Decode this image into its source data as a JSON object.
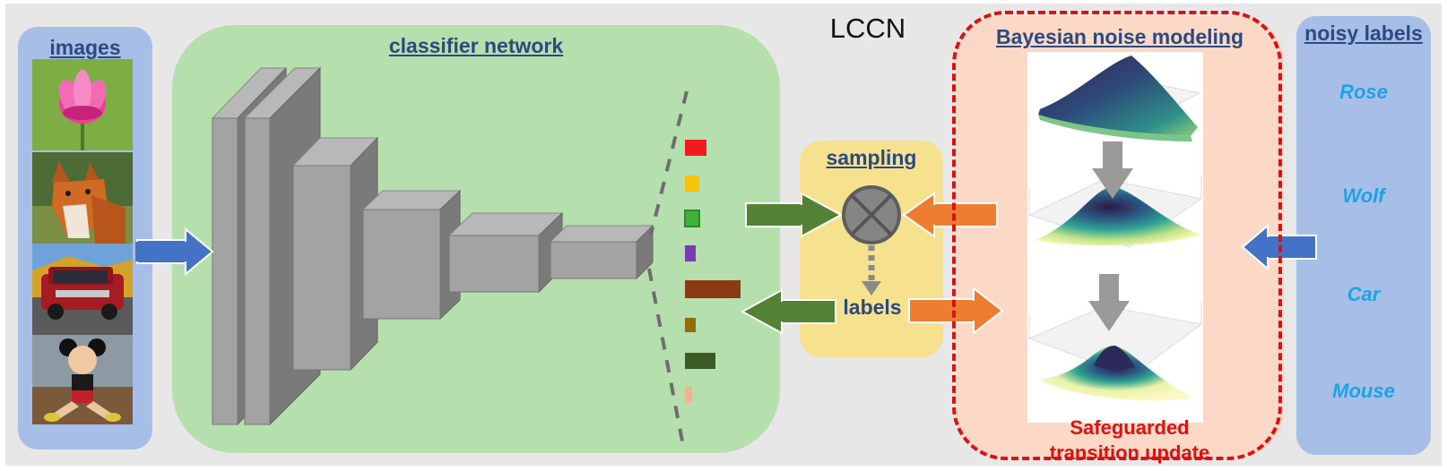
{
  "title": "LCCN",
  "images_panel": {
    "title": "images",
    "thumbnails": [
      "lotus-photo",
      "fox-photo",
      "car-photo",
      "doll-photo"
    ]
  },
  "classifier_panel": {
    "title": "classifier network"
  },
  "output_bars": [
    {
      "color": "#ee1c1c"
    },
    {
      "color": "#f7c10f"
    },
    {
      "color": "#3db339"
    },
    {
      "color": "#7b3bb5"
    },
    {
      "color": "#8a3b13"
    },
    {
      "color": "#8f6d0a"
    },
    {
      "color": "#3c5a24"
    },
    {
      "color": "#f2b28f"
    }
  ],
  "sampling_panel": {
    "title": "sampling",
    "labels_text": "labels"
  },
  "bayes_panel": {
    "title": "Bayesian noise modeling",
    "footer_line1": "Safeguarded",
    "footer_line2": "transition update"
  },
  "noisy_panel": {
    "title": "noisy labels",
    "labels": [
      "Rose",
      "Wolf",
      "Car",
      "Mouse"
    ]
  },
  "colors": {
    "blue_arrow": "#4472c4",
    "green_arrow": "#548235",
    "orange_arrow": "#ed7d31",
    "gray_arrow": "#9a9a9a",
    "dash_red": "#dd1111"
  }
}
